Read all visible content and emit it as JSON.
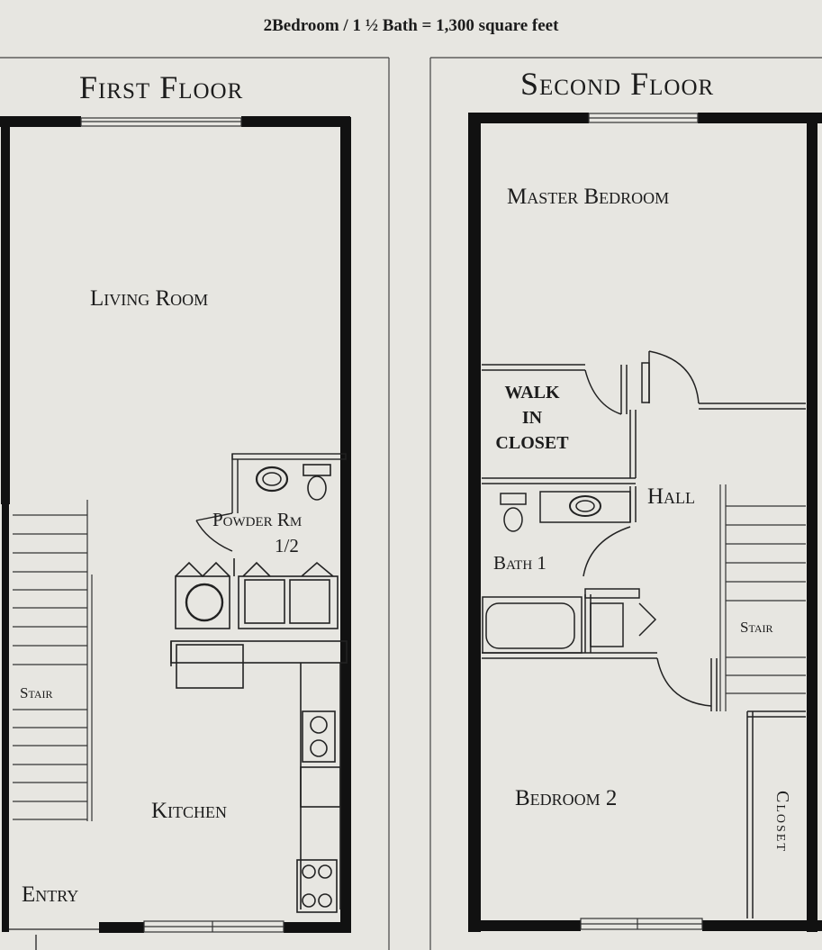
{
  "header": {
    "title": "2Bedroom / 1 ½ Bath = 1,300 square feet"
  },
  "first_floor": {
    "title": "First Floor",
    "rooms": {
      "living_room": "Living Room",
      "powder_room": "Powder Rm",
      "powder_room_note": "1/2",
      "stair": "Stair",
      "kitchen": "Kitchen",
      "entry": "Entry"
    }
  },
  "second_floor": {
    "title": "Second Floor",
    "rooms": {
      "master_bedroom": "Master Bedroom",
      "walk_in_closet": "WALK\nIN\nCLOSET",
      "hall": "Hall",
      "bath": "Bath 1",
      "stair": "Stair",
      "bedroom_2": "Bedroom 2",
      "closet": "Closet"
    }
  }
}
